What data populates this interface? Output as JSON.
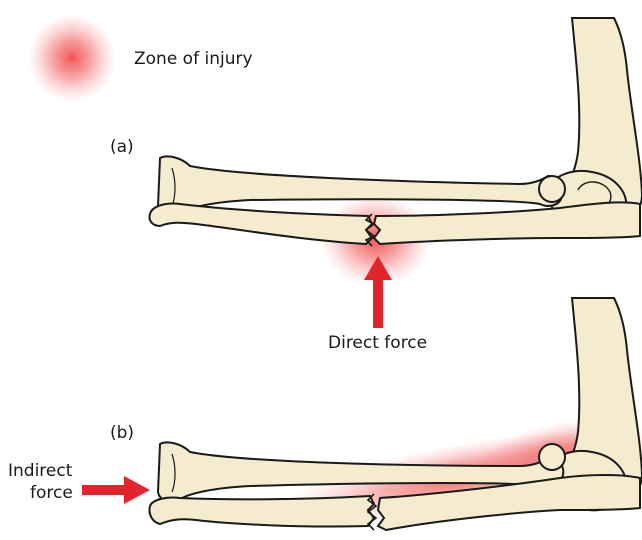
{
  "legend": {
    "text": "Zone of injury",
    "color": "#ef4a4a"
  },
  "panel_a": {
    "label": "(a)",
    "force_label": "Direct force"
  },
  "panel_b": {
    "label": "(b)",
    "force_label_line1": "Indirect",
    "force_label_line2": "force"
  },
  "colors": {
    "bone_fill": "#f5ebce",
    "bone_stroke": "#1a1a1a",
    "arrow": "#e0262c",
    "injury": "#ef4a4a"
  }
}
